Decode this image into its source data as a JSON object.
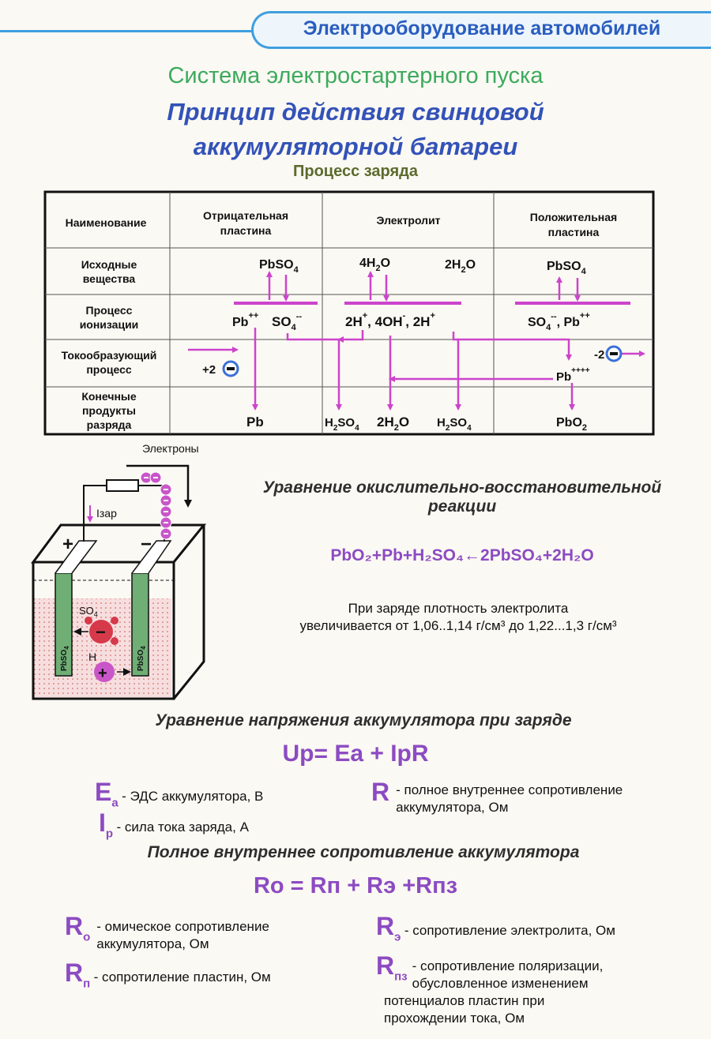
{
  "header": {
    "banner": "Электрооборудование автомобилей"
  },
  "titles": {
    "system": "Система электростартерного пуска",
    "main_line1": "Принцип действия свинцовой",
    "main_line2": "аккумуляторной батареи",
    "process": "Процесс заряда"
  },
  "table": {
    "columns": [
      "Наименование",
      "Отрицательная",
      "пластина",
      "Электролит",
      "Положительная",
      "пластина"
    ],
    "rows": {
      "r1": [
        "Исходные",
        "вещества"
      ],
      "r2": [
        "Процесс",
        "ионизации"
      ],
      "r3": [
        "Токообразующий",
        "процесс"
      ],
      "r4": [
        "Конечные",
        "продукты",
        "разряда"
      ]
    },
    "neg": {
      "start": "PbSO",
      "start_sub": "4",
      "ion_pb": "Pb",
      "ion_pb_sup": "++",
      "ion_so": "SO",
      "ion_so_sub": "4",
      "ion_so_sup": "--",
      "electrons": "+2",
      "final": "Pb"
    },
    "elec": {
      "start1": "4H",
      "start1_sub": "2",
      "start1_end": "O",
      "start2": "2H",
      "start2_sub": "2",
      "start2_end": "O",
      "ion1": "2H",
      "ion1_sup": "+",
      "ion2": ", 4OH",
      "ion2_sup": "-",
      "ion3": ", 2H",
      "ion3_sup": "+",
      "f1": "H",
      "f1_sub": "2",
      "f1_end": "SO",
      "f1_sub2": "4",
      "f2": "2H",
      "f2_sub": "2",
      "f2_end": "O",
      "f3": "H",
      "f3_sub": "2",
      "f3_end": "SO",
      "f3_sub2": "4"
    },
    "pos": {
      "start": "PbSO",
      "start_sub": "4",
      "ion_so": "SO",
      "ion_so_sub": "4",
      "ion_so_sup": "--",
      "ion_pb": ", Pb",
      "ion_pb_sup": "++",
      "pb4": "Pb",
      "pb4_sup": "++++",
      "electrons": "-2",
      "final": "PbO",
      "final_sub": "2"
    }
  },
  "battery": {
    "electrons_label": "Электроны",
    "current_label": "Iзар",
    "plus": "+",
    "minus": "−",
    "so4": "SO",
    "so4_sub": "4",
    "h": "H",
    "plate_label": "PbSO",
    "plate_sub": "4"
  },
  "redox": {
    "heading1": "Уравнение окислительно-восстановительной",
    "heading2": "реакции",
    "equation": "PbO₂+Pb+H₂SO₄←2PbSO₄+2H₂O",
    "density1": "При заряде плотность электролита",
    "density2": "увеличивается от 1,06..1,14 г/см³ до 1,22...1,3 г/см³"
  },
  "voltage": {
    "heading": "Уравнение напряжения аккумулятора при заряде",
    "formula": "Uр= Eа + IрR",
    "ea_sym": "E",
    "ea_sub": "а",
    "ea_desc": "- ЭДС аккумулятора, В",
    "ip_sym": "I",
    "ip_sub": "р",
    "ip_desc": "- сила тока заряда, А",
    "r_sym": "R",
    "r_desc1": "- полное внутреннее сопротивление",
    "r_desc2": "аккумулятора, Ом"
  },
  "resistance": {
    "heading": "Полное внутреннее сопротивление аккумулятора",
    "formula": "Rо = Rп + Rэ +Rпз",
    "ro_sym": "R",
    "ro_sub": "о",
    "ro_desc1": "- омическое сопротивление",
    "ro_desc2": "аккумулятора, Ом",
    "rp_sym": "R",
    "rp_sub": "п",
    "rp_desc": "- сопротиление пластин, Ом",
    "re_sym": "R",
    "re_sub": "э",
    "re_desc": "- сопротивление   электролита, Ом",
    "rpz_sym": "R",
    "rpz_sub": "пз",
    "rpz_desc1": "- сопротивление поляризации,",
    "rpz_desc2": "обусловленное изменением",
    "rpz_desc3": "потенциалов пластин при",
    "rpz_desc4": "прохождении тока, Ом"
  },
  "colors": {
    "accent": "#cc44cc",
    "title_blue": "#3352b8",
    "title_green": "#3daa5e",
    "banner_blue": "#3f9fe0",
    "symbol_purple": "#8c4bc2"
  }
}
